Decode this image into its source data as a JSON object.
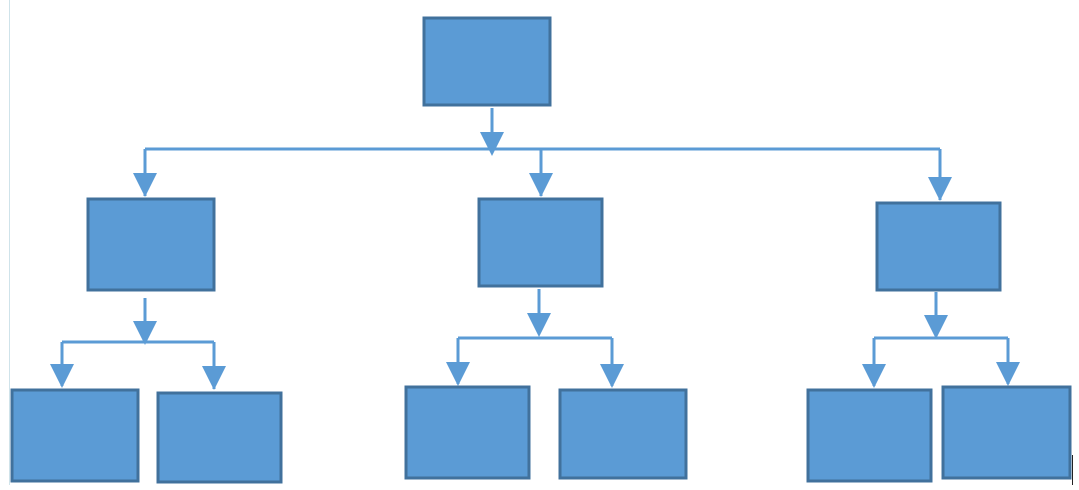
{
  "diagram": {
    "type": "hierarchy",
    "colors": {
      "node_fill": "#5b9bd5",
      "node_stroke": "#41719c",
      "connector": "#5b9bd5",
      "background": "#ffffff"
    },
    "nodes": [
      {
        "id": "root",
        "label": "",
        "level": 0
      },
      {
        "id": "child-1",
        "label": "",
        "level": 1,
        "parent": "root"
      },
      {
        "id": "child-2",
        "label": "",
        "level": 1,
        "parent": "root"
      },
      {
        "id": "child-3",
        "label": "",
        "level": 1,
        "parent": "root"
      },
      {
        "id": "grandchild-1-1",
        "label": "",
        "level": 2,
        "parent": "child-1"
      },
      {
        "id": "grandchild-1-2",
        "label": "",
        "level": 2,
        "parent": "child-1"
      },
      {
        "id": "grandchild-2-1",
        "label": "",
        "level": 2,
        "parent": "child-2"
      },
      {
        "id": "grandchild-2-2",
        "label": "",
        "level": 2,
        "parent": "child-2"
      },
      {
        "id": "grandchild-3-1",
        "label": "",
        "level": 2,
        "parent": "child-3"
      },
      {
        "id": "grandchild-3-2",
        "label": "",
        "level": 2,
        "parent": "child-3"
      }
    ]
  }
}
